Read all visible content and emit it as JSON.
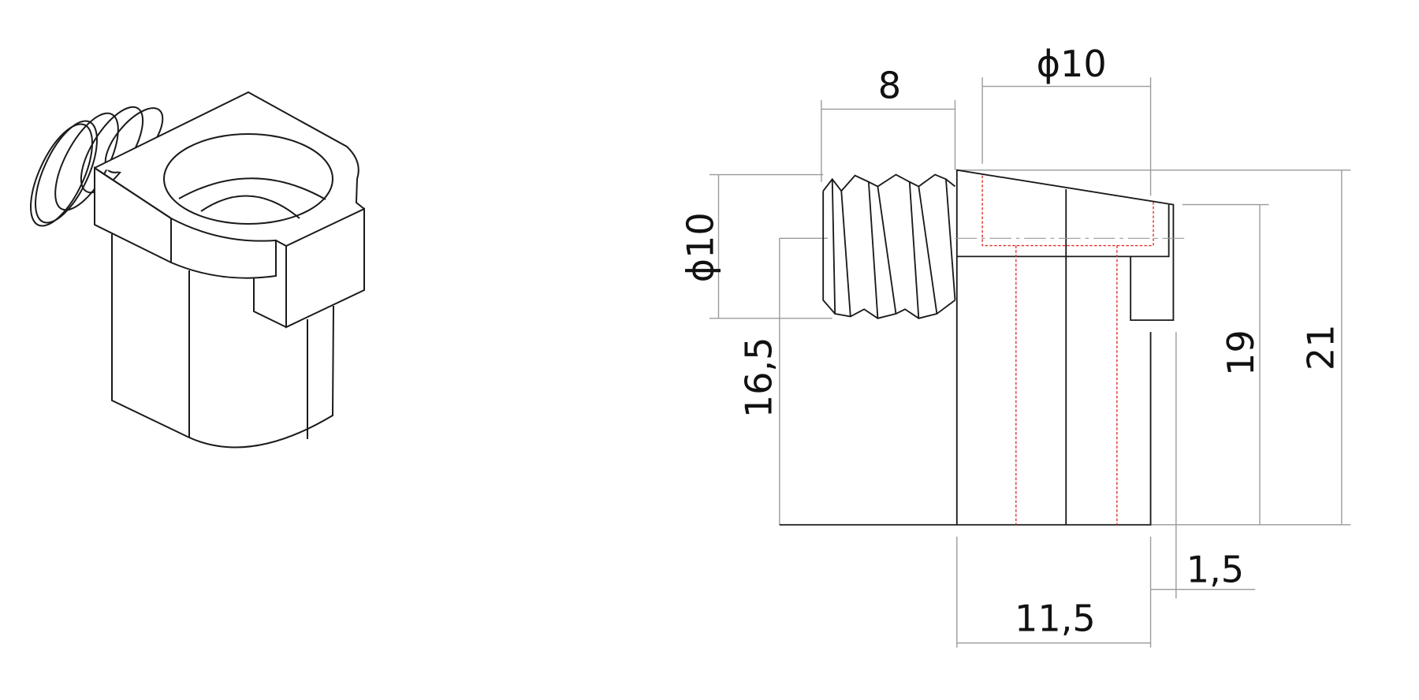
{
  "drawing": {
    "isometric_view": "isometric-view",
    "front_view": "front-view",
    "dimensions": {
      "thread_length": "8",
      "hole_diameter": "ϕ10",
      "thread_diameter": "ϕ10",
      "axis_height": "16,5",
      "step_height": "19",
      "total_height": "21",
      "lip_offset": "1,5",
      "body_width": "11,5"
    },
    "colors": {
      "outline": "#1a1a1a",
      "dimension_lines": "#9a9a9a",
      "hidden_lines": "#e0302a"
    }
  }
}
